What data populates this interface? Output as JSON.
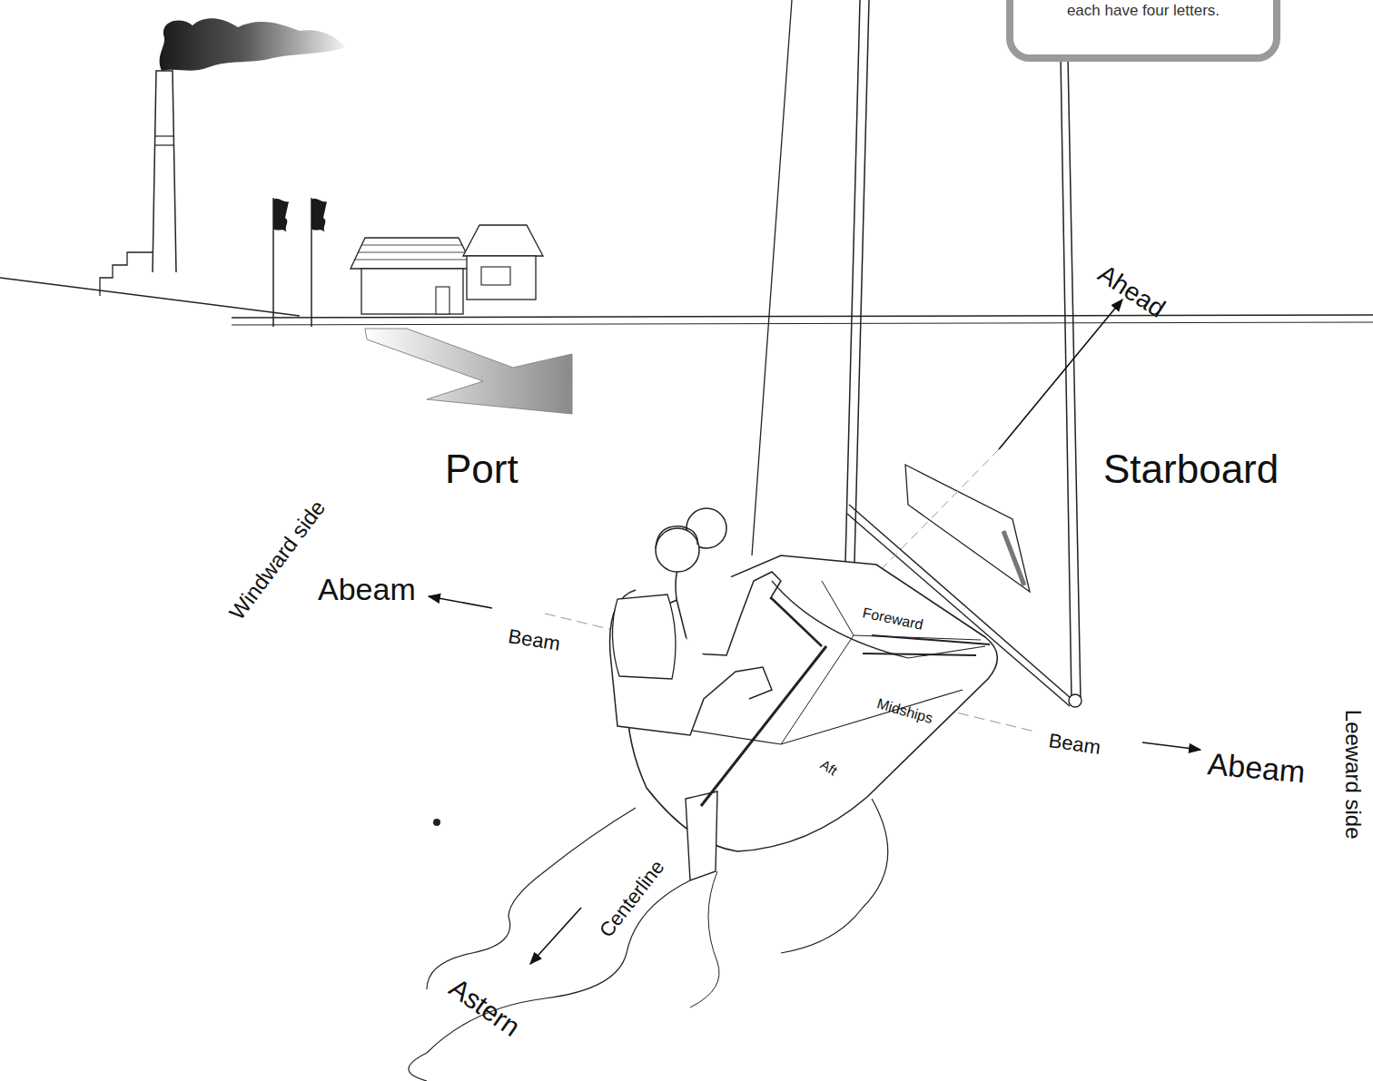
{
  "diagram": {
    "nodes": [
      {
        "text": [
          "each have four letters."
        ]
      }
    ],
    "labels": [
      "Ahead",
      "Port",
      "Starboard",
      "Windward side",
      "Abeam",
      "Beam",
      "Foreward",
      "Midships",
      "Aft",
      "Beam",
      "Abeam",
      "Leeward side",
      "Centerline",
      "Astern"
    ]
  }
}
